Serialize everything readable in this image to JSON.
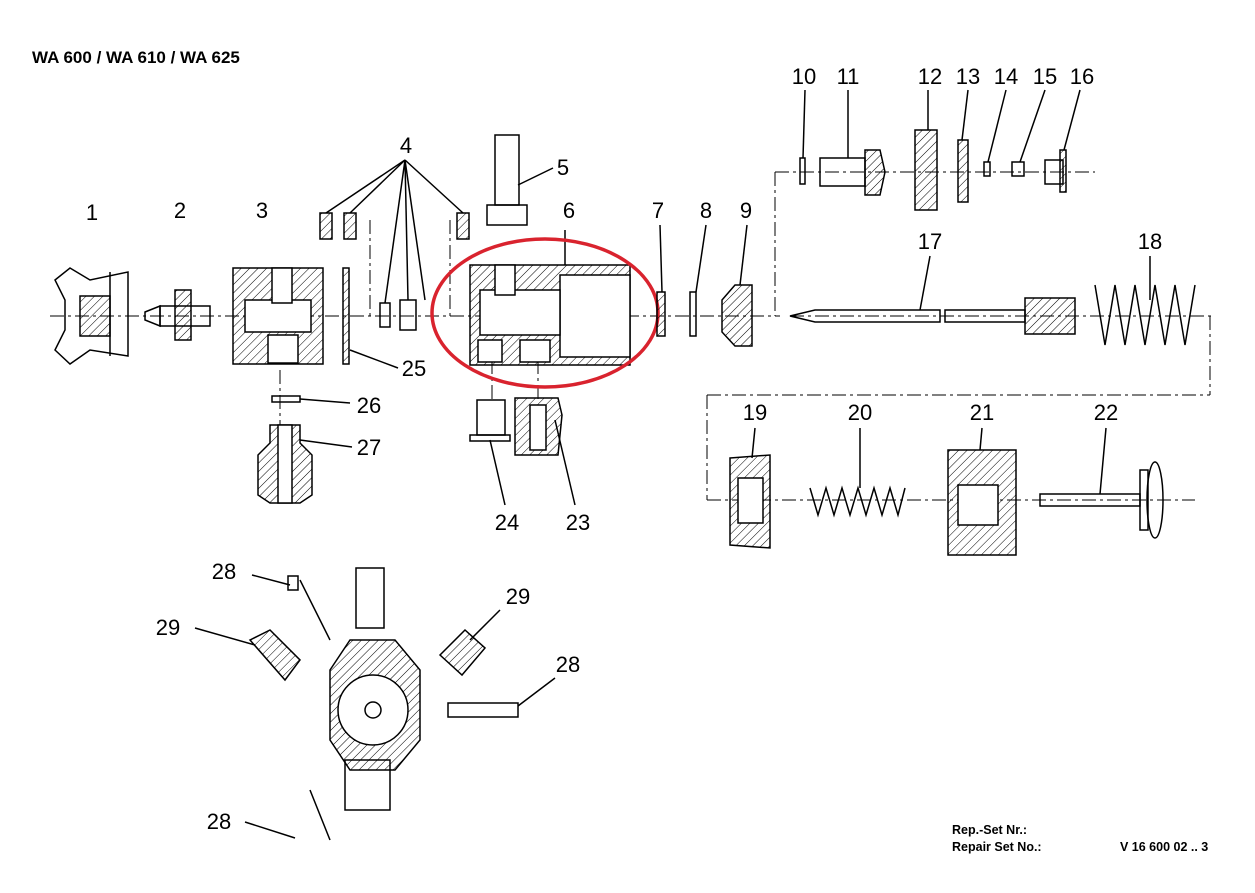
{
  "title": "WA 600 / WA 610 / WA 625",
  "parts": [
    "1",
    "2",
    "3",
    "4",
    "5",
    "6",
    "7",
    "8",
    "9",
    "10",
    "11",
    "12",
    "13",
    "14",
    "15",
    "16",
    "17",
    "18",
    "19",
    "20",
    "21",
    "22",
    "23",
    "24",
    "25",
    "26",
    "27",
    "28",
    "29"
  ],
  "footer": {
    "rep_label": "Rep.-Set Nr.:",
    "repair_label": "Repair Set No.:",
    "set_number": "V 16 600 02 .. 3"
  },
  "colors": {
    "line": "#000000",
    "highlight": "#d9232e"
  }
}
